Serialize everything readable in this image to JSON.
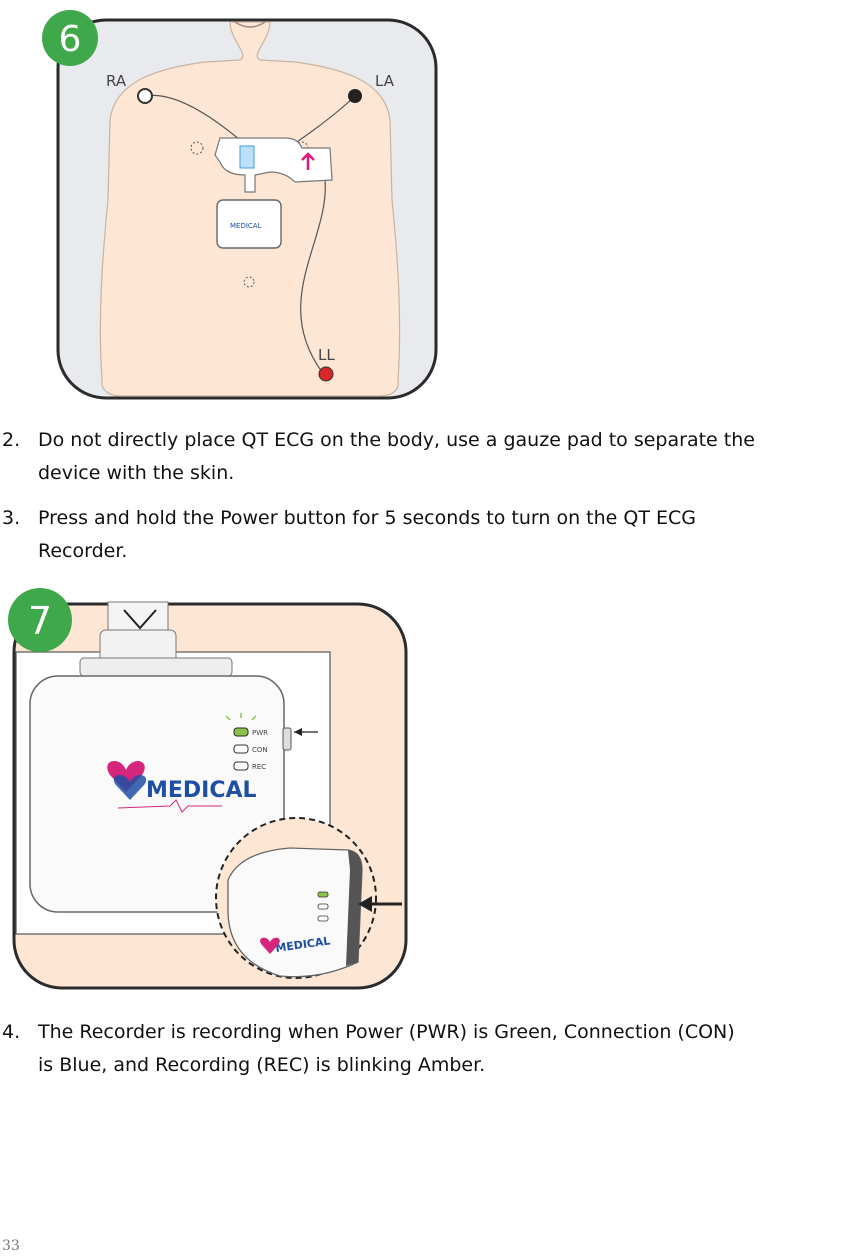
{
  "figure1": {
    "badge": "6",
    "label_ra": "RA",
    "label_la": "LA",
    "label_ll": "LL",
    "device_brand": "MEDICAL"
  },
  "steps_a": [
    {
      "num": "2.",
      "line1": "Do not directly place QT ECG on the body, use a gauze pad to separate the",
      "line2": "device with the skin."
    },
    {
      "num": "3.",
      "line1": "Press and hold the Power button for 5 seconds to turn on the QT ECG",
      "line2": "Recorder."
    }
  ],
  "figure2": {
    "badge": "7",
    "leds": [
      "PWR",
      "CON",
      "REC"
    ],
    "brand": "MEDICAL",
    "colors": {
      "badge": "#3ea84a",
      "skin": "#fde7d4",
      "pwr_led": "#8bc34a",
      "brand_blue": "#1e4fa3",
      "brand_pink": "#d6257d"
    }
  },
  "steps_b": [
    {
      "num": "4.",
      "line1": "The Recorder is recording when Power (PWR) is Green, Connection (CON)",
      "line2": "is Blue, and Recording (REC) is blinking Amber."
    }
  ],
  "page_number": "33"
}
